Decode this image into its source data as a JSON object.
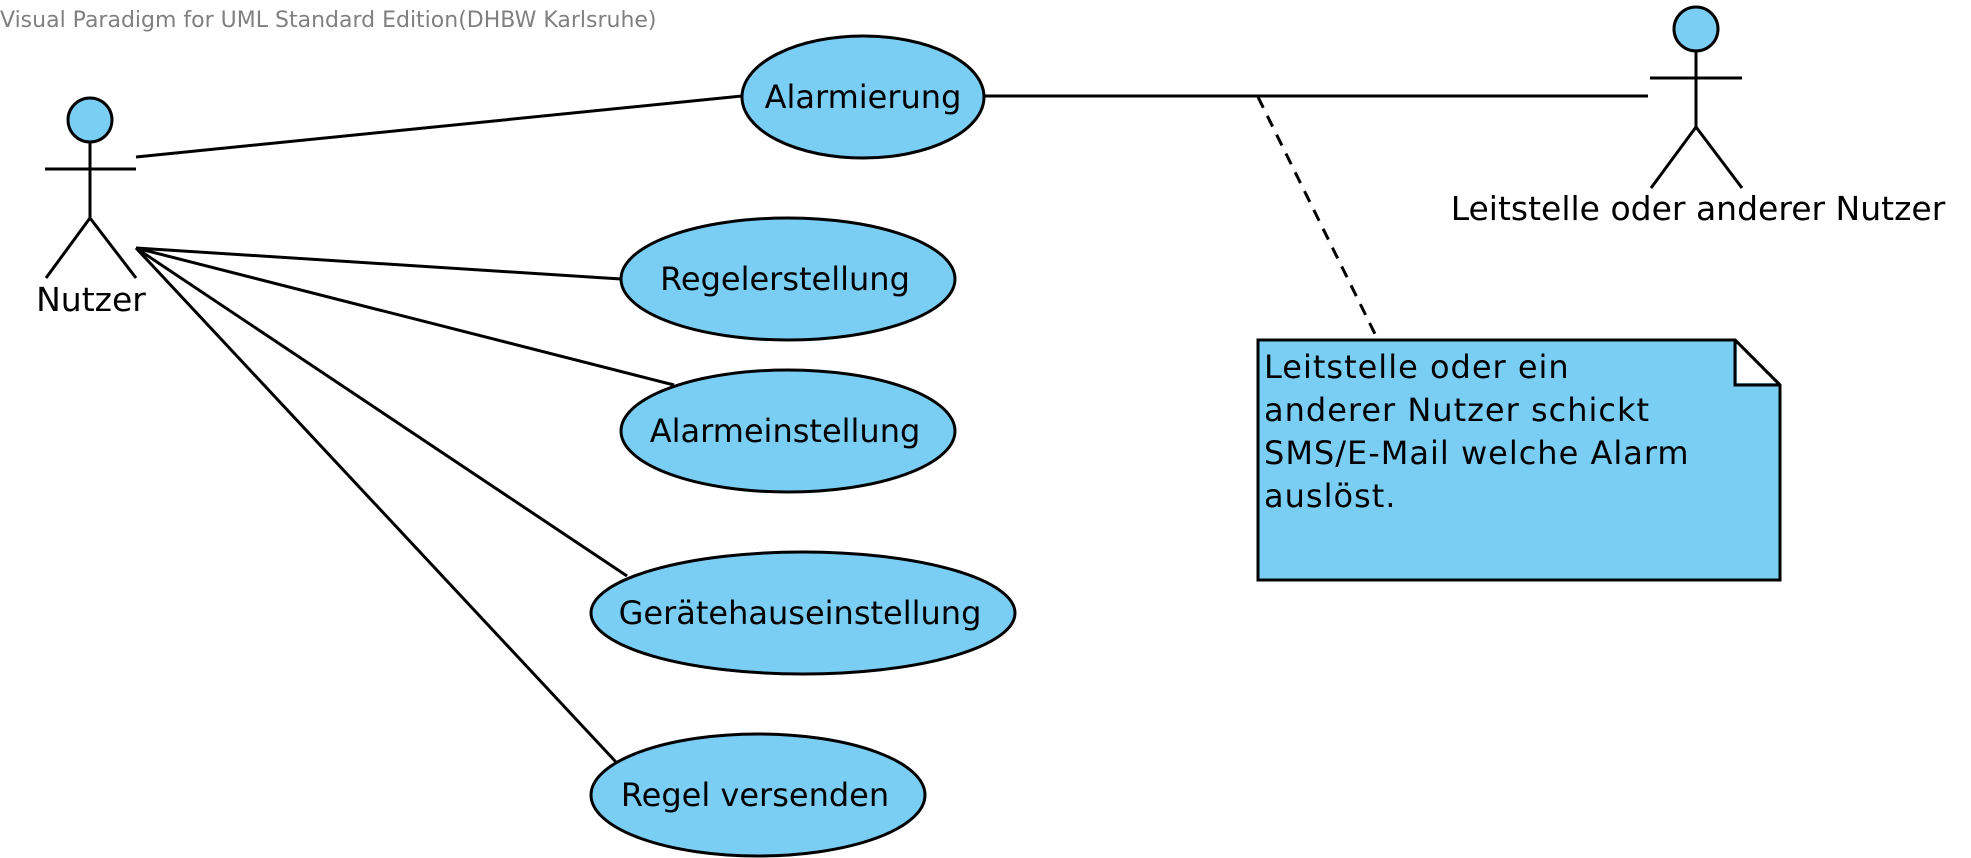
{
  "watermark": "Visual Paradigm for UML Standard Edition(DHBW Karlsruhe)",
  "colors": {
    "fill": "#7acef4",
    "stroke": "#000000",
    "watermark": "#808080"
  },
  "actors": {
    "nutzer": "Nutzer",
    "leitstelle": "Leitstelle oder anderer Nutzer"
  },
  "use_cases": {
    "alarmierung": "Alarmierung",
    "regelerstellung": "Regelerstellung",
    "alarmeinstellung": "Alarmeinstellung",
    "geraetehauseinstellung": "Gerätehauseinstellung",
    "regel_versenden": "Regel versenden"
  },
  "note": {
    "lines": [
      "Leitstelle oder ein",
      "anderer Nutzer schickt",
      "SMS/E-Mail welche Alarm",
      "auslöst."
    ]
  }
}
